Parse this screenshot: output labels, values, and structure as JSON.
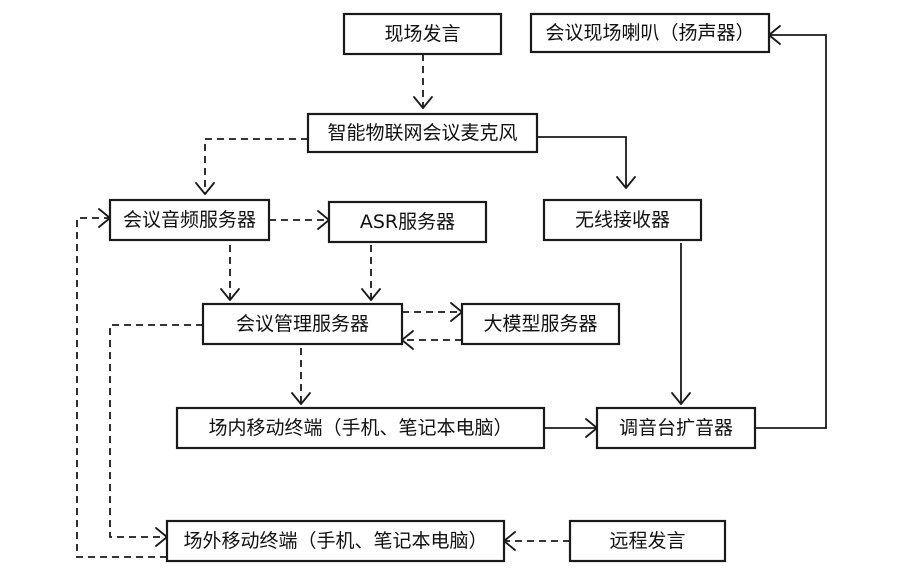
{
  "nodes": {
    "speech_onsite": "现场发言",
    "venue_speaker": "会议现场喇叭（扬声器）",
    "smart_mic": "智能物联网会议麦克风",
    "audio_server": "会议音频服务器",
    "asr_server": "ASR服务器",
    "wireless_receiver": "无线接收器",
    "mgmt_server": "会议管理服务器",
    "llm_server": "大模型服务器",
    "onsite_terminal": "场内移动终端（手机、笔记本电脑）",
    "mixer_amp": "调音台扩音器",
    "remote_terminal": "场外移动终端（手机、笔记本电脑）",
    "speech_remote": "远程发言"
  },
  "colors": {
    "stroke": "#1a1a1a",
    "text": "#111111",
    "background": "#ffffff"
  }
}
